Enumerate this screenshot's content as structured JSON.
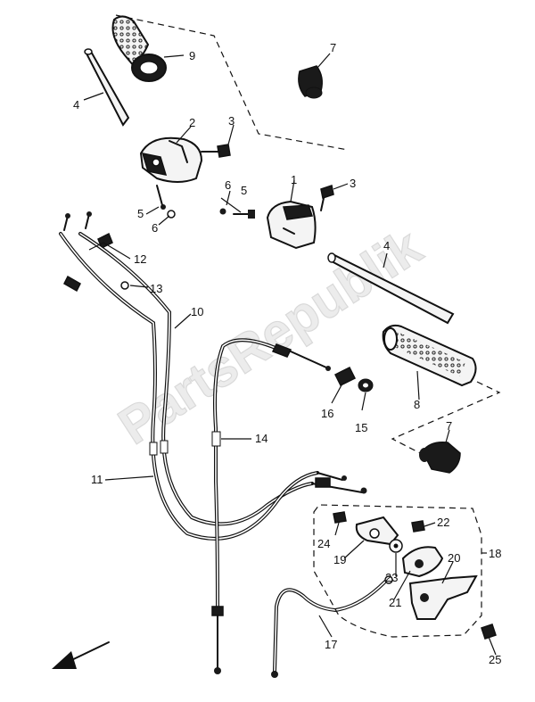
{
  "watermark": "PartsRepublik",
  "labels": {
    "p1": "1",
    "p2": "2",
    "p3a": "3",
    "p3b": "3",
    "p4a": "4",
    "p4b": "4",
    "p5a": "5",
    "p5b": "5",
    "p6a": "6",
    "p6b": "6",
    "p7a": "7",
    "p7b": "7",
    "p8": "8",
    "p9": "9",
    "p10": "10",
    "p11": "11",
    "p12": "12",
    "p13": "13",
    "p14": "14",
    "p15": "15",
    "p16": "16",
    "p17": "17",
    "p18": "18",
    "p19": "19",
    "p20": "20",
    "p21": "21",
    "p22": "22",
    "p23": "23",
    "p24": "24",
    "p25": "25"
  }
}
